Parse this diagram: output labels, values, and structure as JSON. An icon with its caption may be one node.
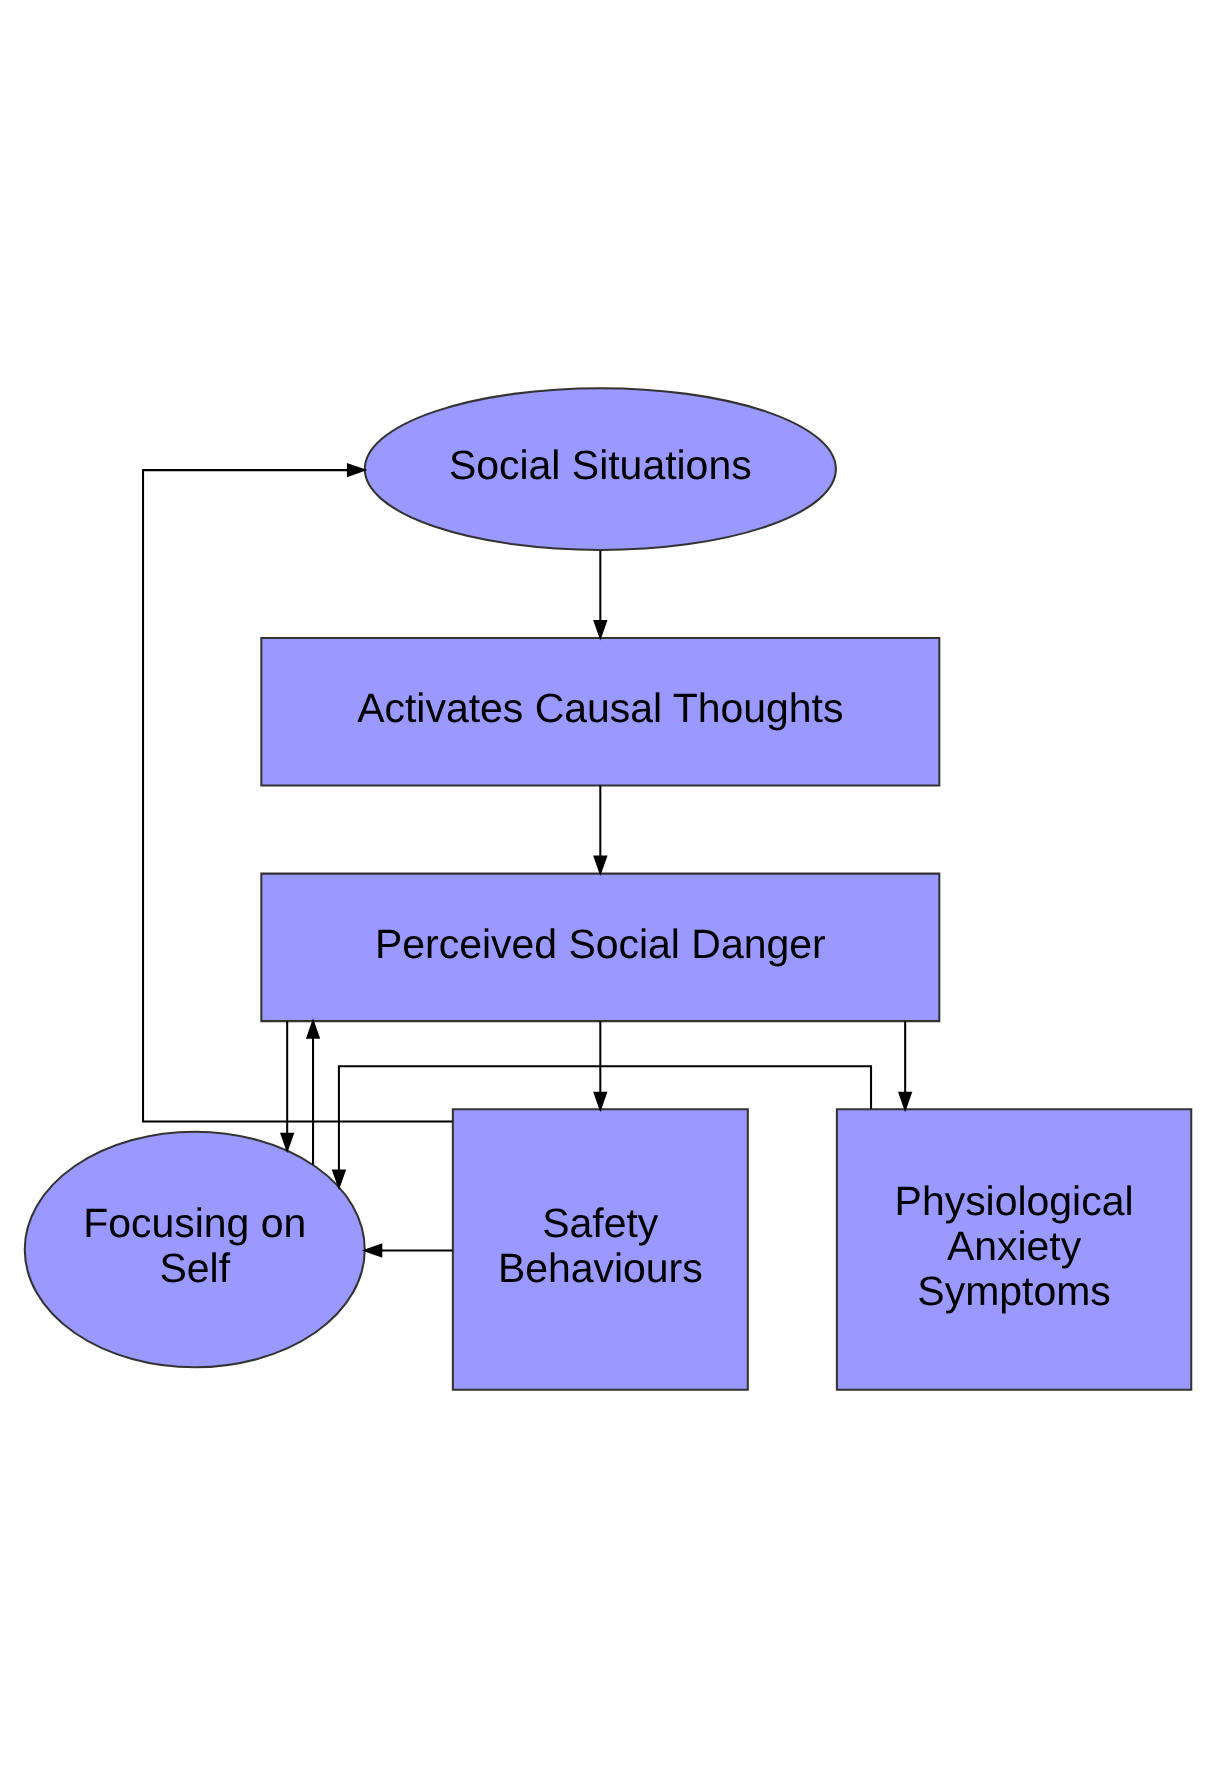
{
  "diagram": {
    "nodes": [
      {
        "text": [
          "Social Situations"
        ]
      },
      {
        "text": [
          "Activates Causal Thoughts"
        ]
      },
      {
        "text": [
          "Perceived Social Danger"
        ]
      },
      {
        "text": [
          "Focusing on Self"
        ]
      },
      {
        "text": [
          "Safety Behaviours"
        ]
      },
      {
        "text": [
          "Physiological Anxiety Symptoms"
        ]
      }
    ],
    "edges": [
      {
        "from": 0,
        "to": 1,
        "arrow": "to"
      },
      {
        "from": 1,
        "to": 2,
        "arrow": "to"
      },
      {
        "from": 2,
        "to": 3,
        "arrow": "to"
      },
      {
        "from": 3,
        "to": 2,
        "arrow": "to"
      },
      {
        "from": 2,
        "to": 4,
        "arrow": "to"
      },
      {
        "from": 2,
        "to": 5,
        "arrow": "to"
      },
      {
        "from": 4,
        "to": 3,
        "arrow": "to"
      },
      {
        "from": 5,
        "to": 3,
        "arrow": "to"
      },
      {
        "from": 4,
        "to": 0,
        "arrow": "to"
      }
    ]
  }
}
